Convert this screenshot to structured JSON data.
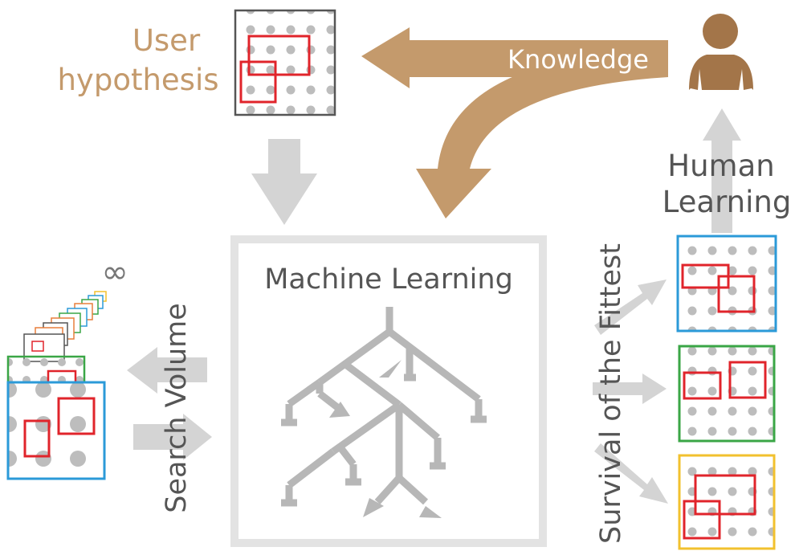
{
  "labels": {
    "user_hypothesis_line1": "User",
    "user_hypothesis_line2": "hypothesis",
    "knowledge": "Knowledge",
    "human_learning_line1": "Human",
    "human_learning_line2": "Learning",
    "machine_learning": "Machine Learning",
    "search_volume": "Search Volume",
    "survival_of_fittest": "Survival of the Fittest",
    "infinity": "∞"
  },
  "colors": {
    "tan": "#c49a6c",
    "person": "#a37549",
    "gray_arrow": "#d4d4d4",
    "tree": "#b7b7b7",
    "dot": "#bdbdbd",
    "red": "#e0242b",
    "blue": "#2b9ad8",
    "green": "#3aa646",
    "yellow": "#f2c12e",
    "text_gray": "#555555",
    "frame": "#e3e3e3"
  }
}
